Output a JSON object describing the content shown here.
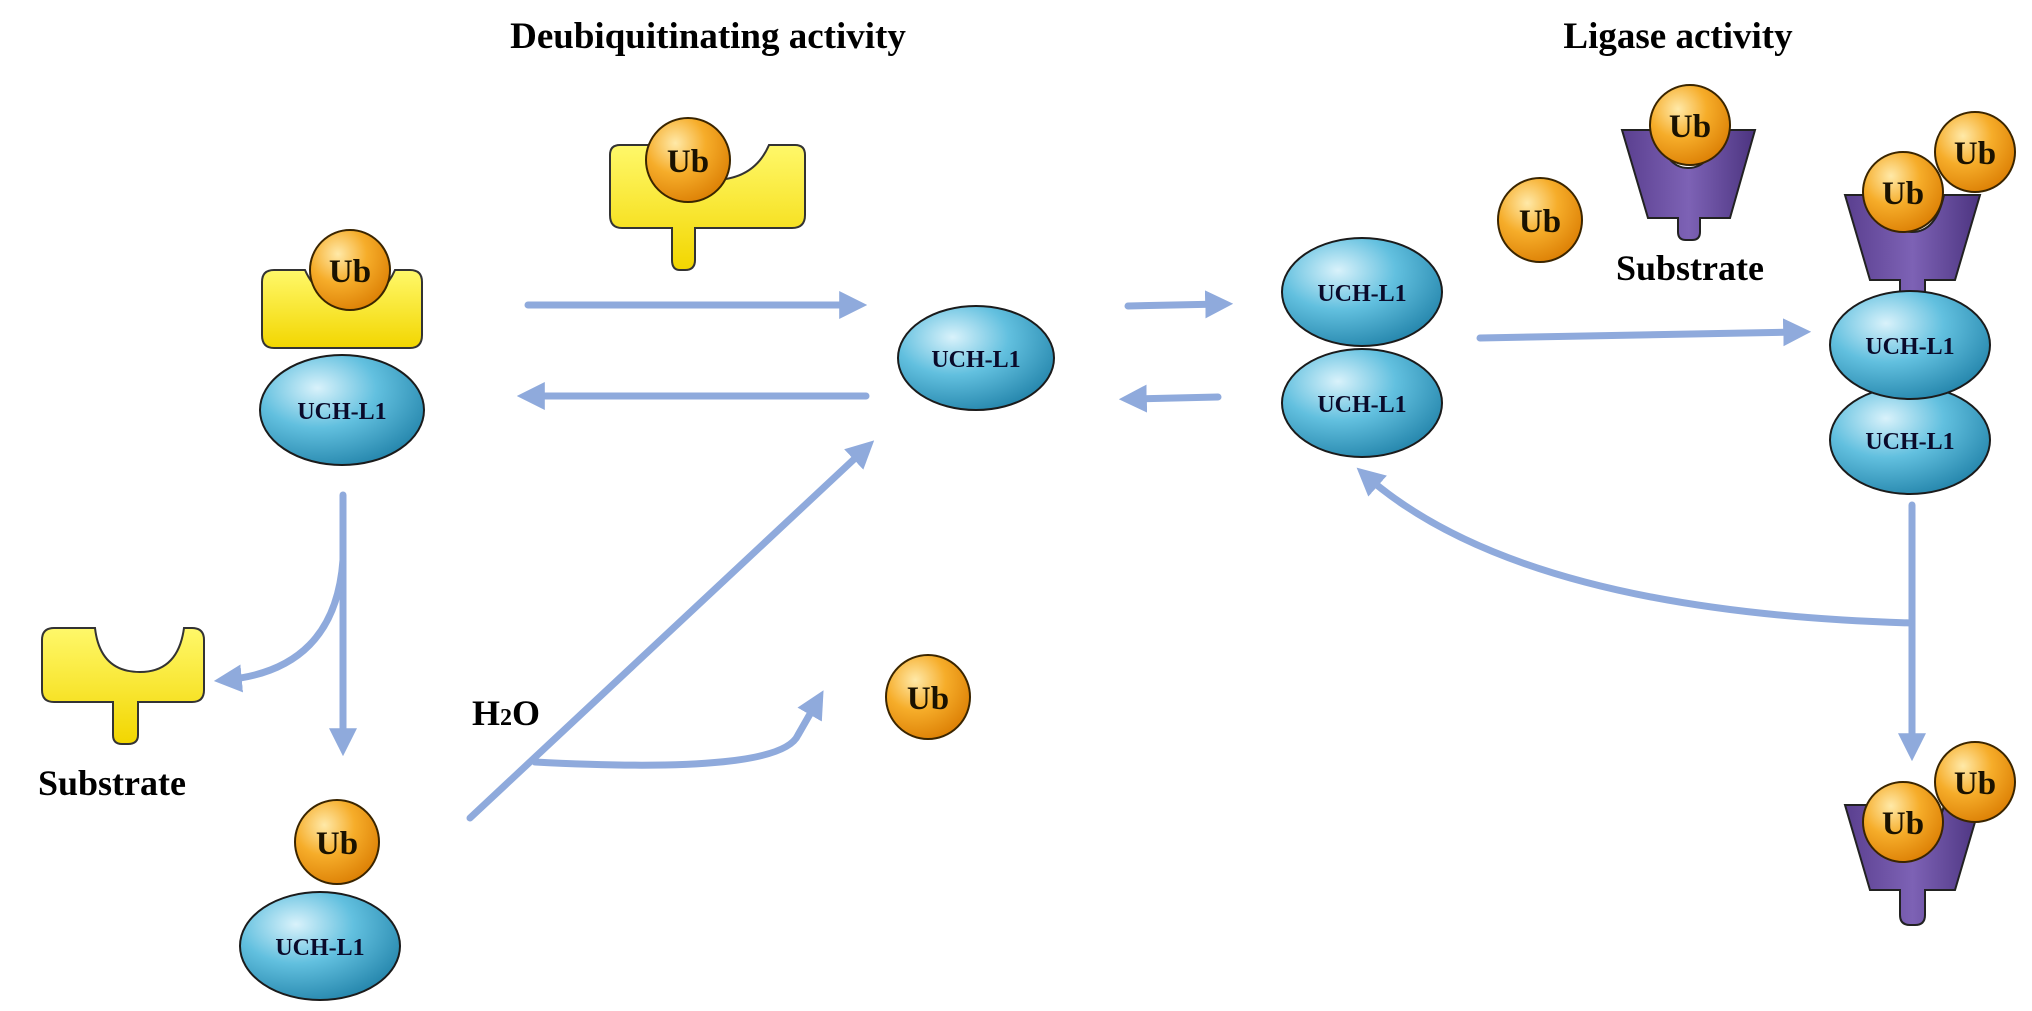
{
  "titles": {
    "deubiquitinating": "Deubiquitinating activity",
    "ligase": "Ligase activity"
  },
  "labels": {
    "uch": "UCH-L1",
    "ub": "Ub",
    "substrate": "Substrate",
    "water_main": "H",
    "water_sub": "2",
    "water_end": "O"
  },
  "colors": {
    "uch_fill": "#4fb3d4",
    "ub_fill": "#f5a623",
    "substrate_yellow": "#fff200",
    "substrate_purple": "#6b4fa0",
    "arrow": "#8faadc"
  }
}
